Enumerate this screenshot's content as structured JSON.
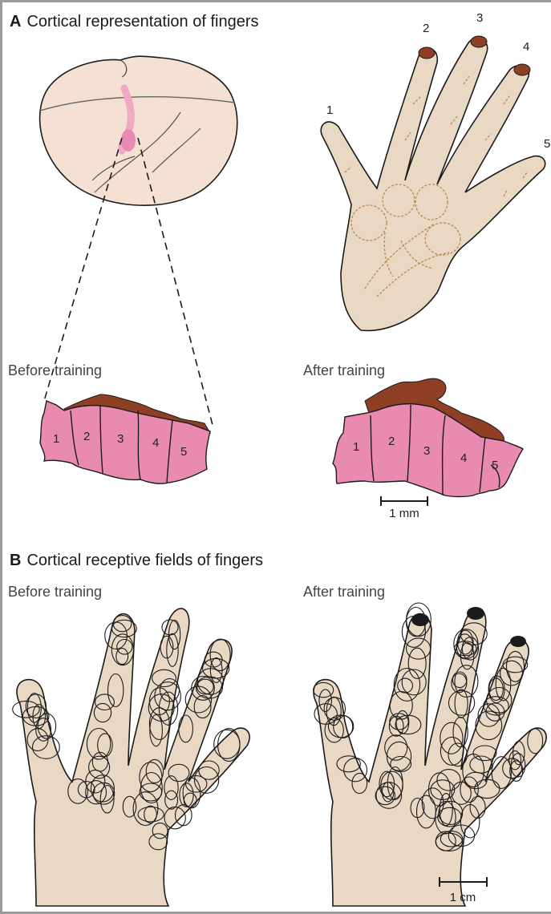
{
  "panel_a": {
    "letter": "A",
    "title": "Cortical representation of fingers",
    "hand_finger_numbers": [
      "1",
      "2",
      "3",
      "4",
      "5"
    ],
    "before_label": "Before training",
    "after_label": "After training",
    "before_region_numbers": [
      "1",
      "2",
      "3",
      "4",
      "5"
    ],
    "after_region_numbers": [
      "1",
      "2",
      "3",
      "4",
      "5"
    ],
    "scale_bar_label": "1 mm"
  },
  "panel_b": {
    "letter": "B",
    "title": "Cortical receptive fields of fingers",
    "before_label": "Before training",
    "after_label": "After training",
    "scale_bar_label": "1 cm"
  },
  "colors": {
    "skin": "#e8d8c4",
    "brain": "#f5e1d4",
    "cortex_pink": "#e98bb0",
    "trained_brown": "#8f3f24",
    "crease_tan": "#b98a4f",
    "outline": "#1b1b1b"
  }
}
